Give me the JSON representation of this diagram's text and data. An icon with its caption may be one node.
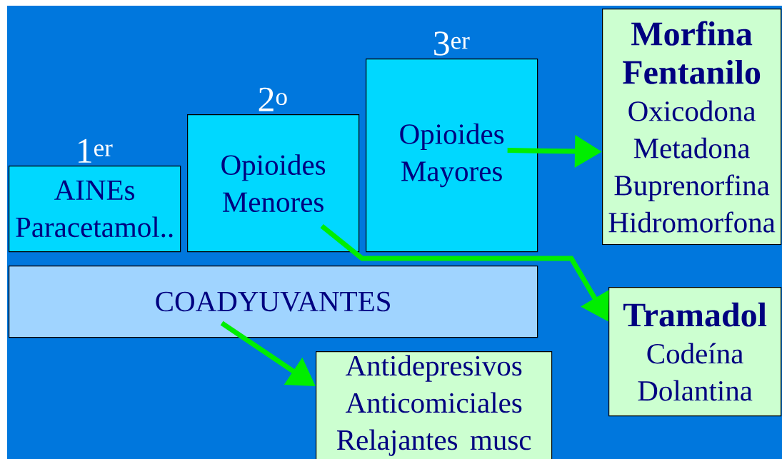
{
  "diagram": {
    "nodes": [
      {
        "text": [
          "1$^{er}$",
          "AINEs Paracetamol.."
        ]
      },
      {
        "text": [
          "2$^{o}$",
          "Opioides Menores"
        ]
      },
      {
        "text": [
          "3$^{er}$",
          "Opioides Mayores"
        ]
      },
      {
        "text": [
          "Morfina Fentanilo",
          "Oxicodona Metadona Buprenorfina Hidromorfona"
        ]
      },
      {
        "text": [
          "COADYUVANTES"
        ]
      },
      {
        "text": [
          "Tramadol",
          "Codeína Dolantina"
        ]
      },
      {
        "text": [
          "Antidepresivos Anticomiciales Relajantes musc"
        ]
      }
    ],
    "edges": [
      {
        "from": 2,
        "to": 3,
        "arrow": "to"
      },
      {
        "from": 1,
        "to": 5,
        "arrow": "to"
      },
      {
        "from": 4,
        "to": 6,
        "arrow": "to"
      }
    ]
  }
}
